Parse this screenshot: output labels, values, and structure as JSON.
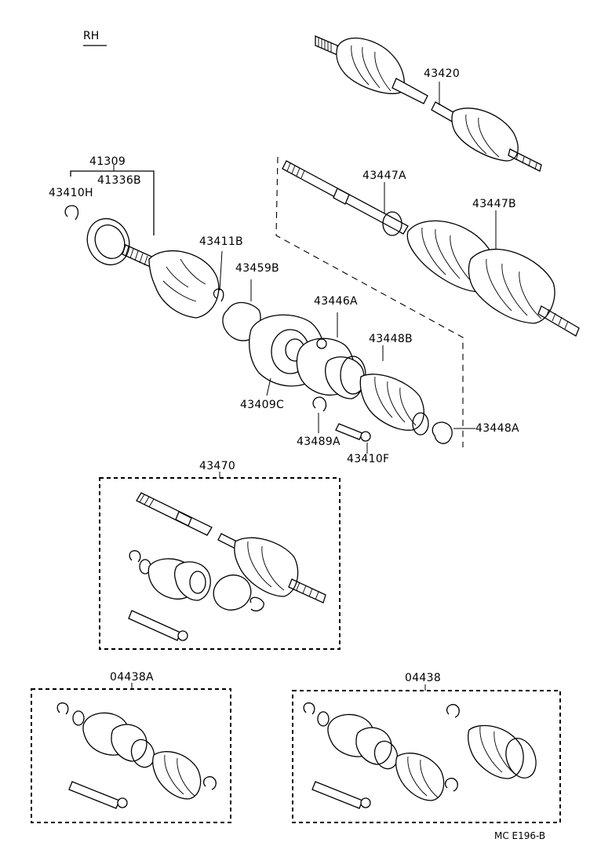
{
  "side_tag": "RH",
  "footer_ref": "MC  E196-B",
  "labels": {
    "p43420": "43420",
    "p41309": "41309",
    "p41336b": "41336B",
    "p43410h": "43410H",
    "p43447a": "43447A",
    "p43447b": "43447B",
    "p43411b": "43411B",
    "p43459b": "43459B",
    "p43446a": "43446A",
    "p43448b": "43448B",
    "p43409c": "43409C",
    "p43489a": "43489A",
    "p43410f": "43410F",
    "p43448a": "43448A",
    "p43470": "43470",
    "p04438a": "04438A",
    "p04438": "04438"
  }
}
